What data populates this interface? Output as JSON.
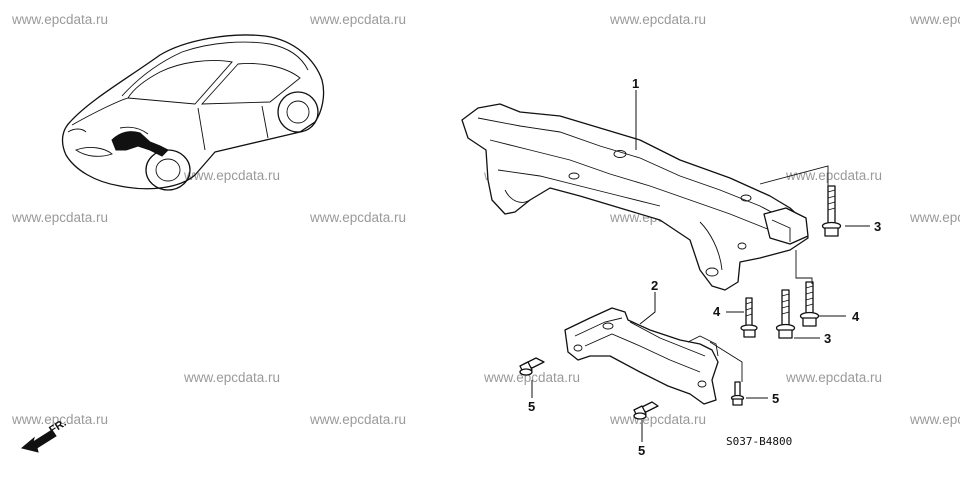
{
  "watermark": "www.epcdata.ru",
  "direction_label": "FR.",
  "diagram_code": "S037-B4800",
  "callouts": {
    "subframe": "1",
    "lower_brace": "2",
    "bolt_upper_right": "3",
    "bolt_lower_right": "3",
    "bolt_left": "4",
    "bolt_right": "4",
    "bolt_small_left": "5",
    "bolt_small_bottom": "5",
    "bolt_small_right": "5"
  }
}
